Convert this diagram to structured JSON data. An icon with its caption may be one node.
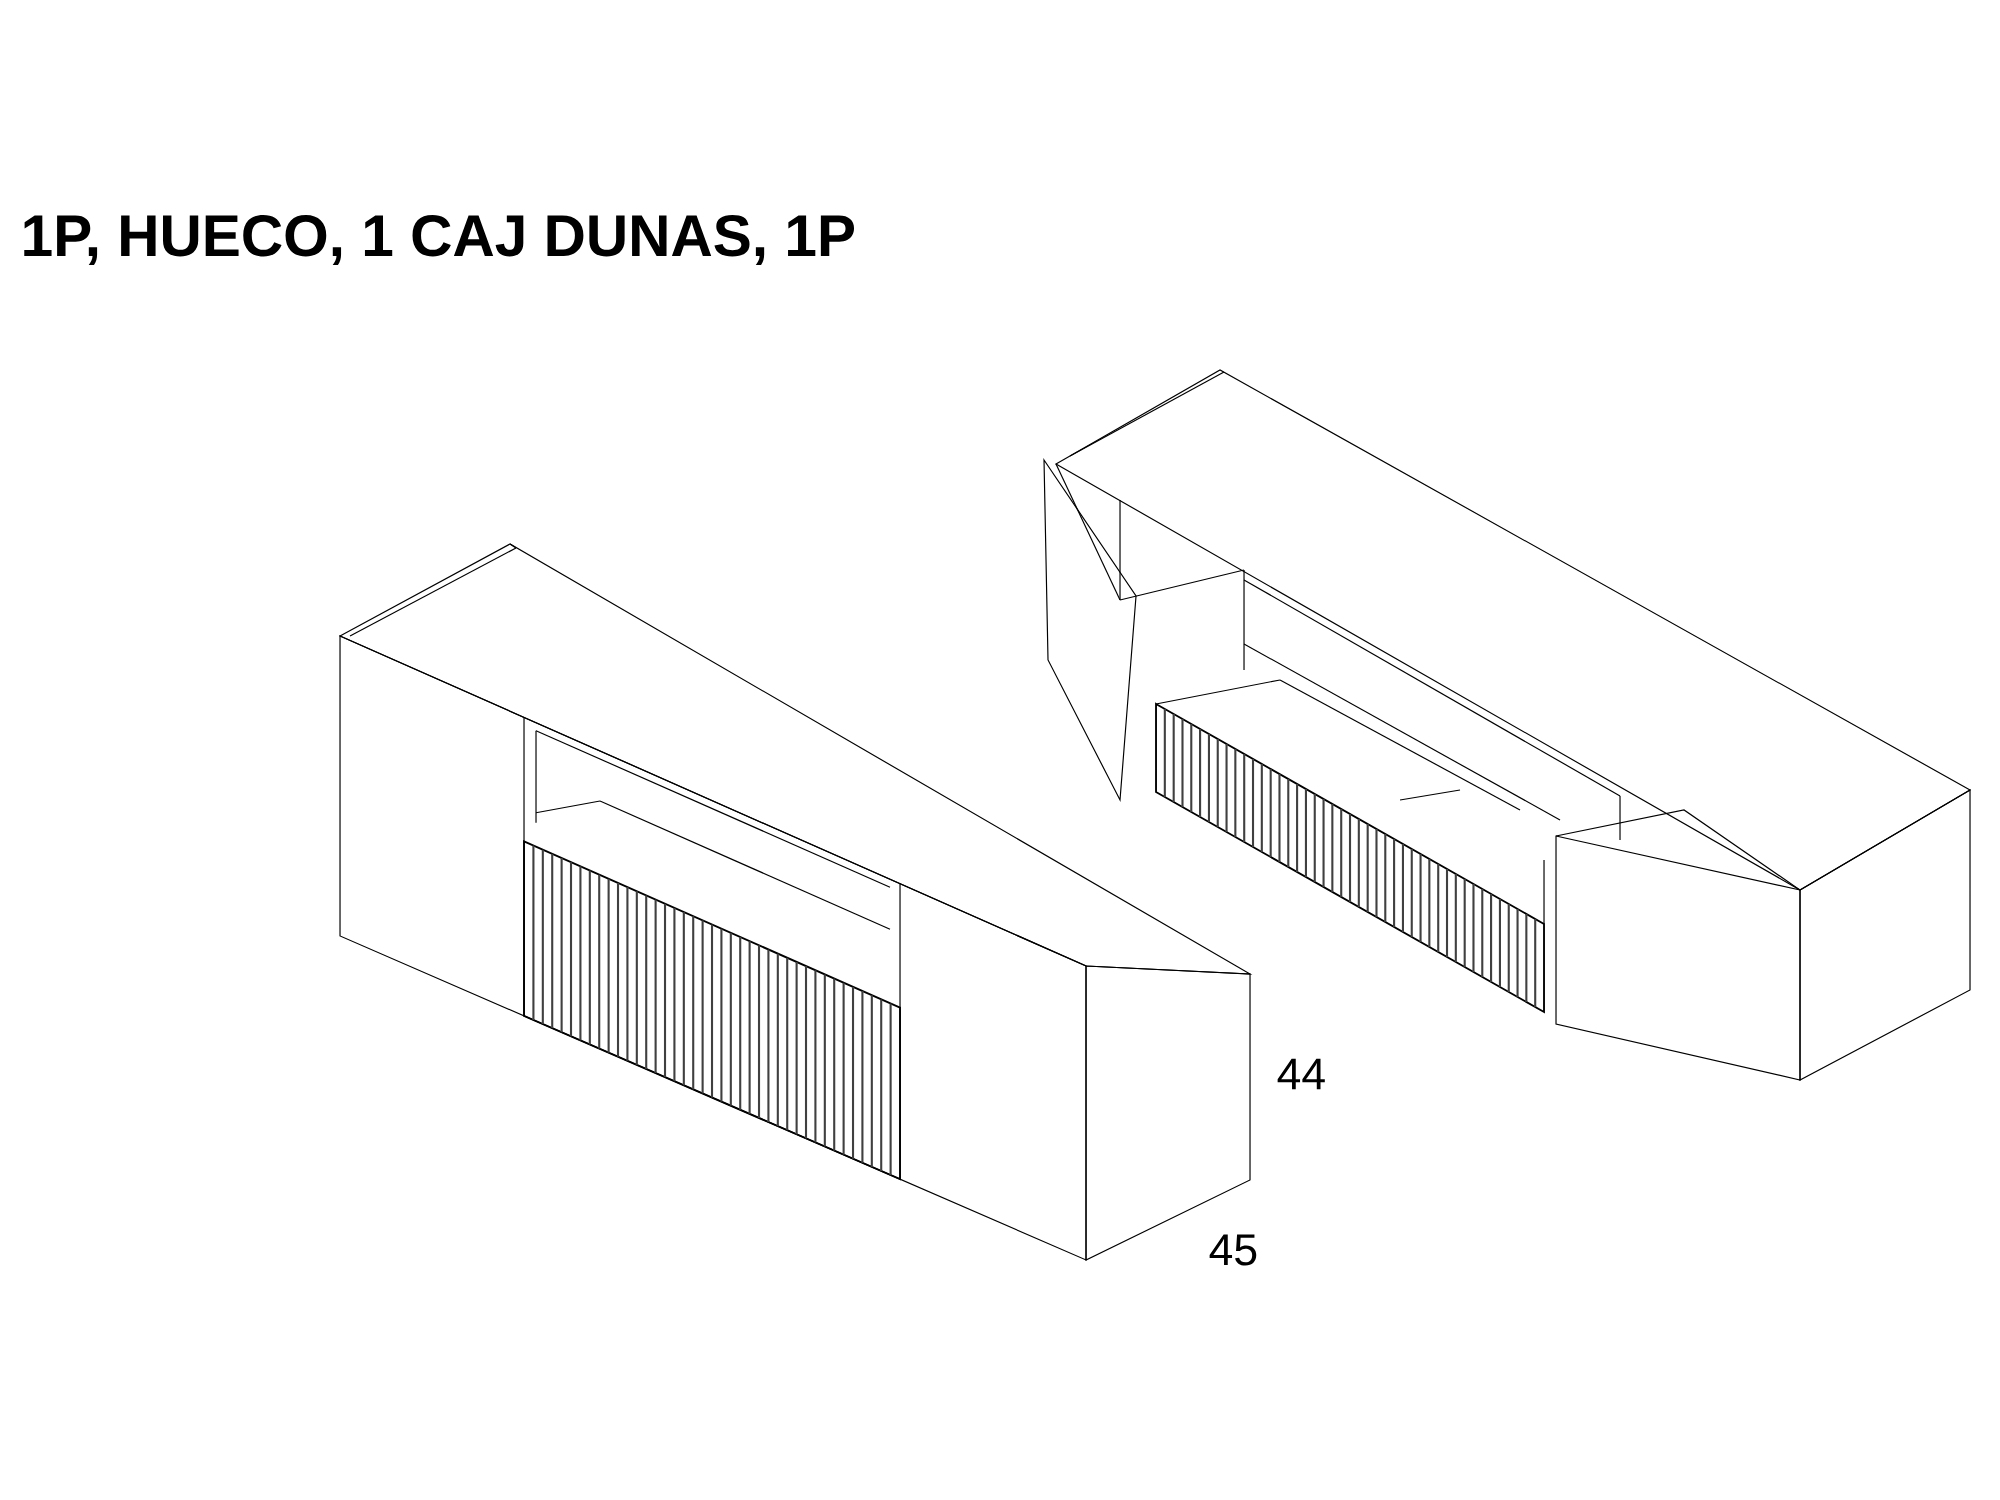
{
  "diagram": {
    "title": "1P, HUECO, 1 CAJ DUNAS, 1P",
    "labels": [
      "44",
      "45"
    ]
  }
}
